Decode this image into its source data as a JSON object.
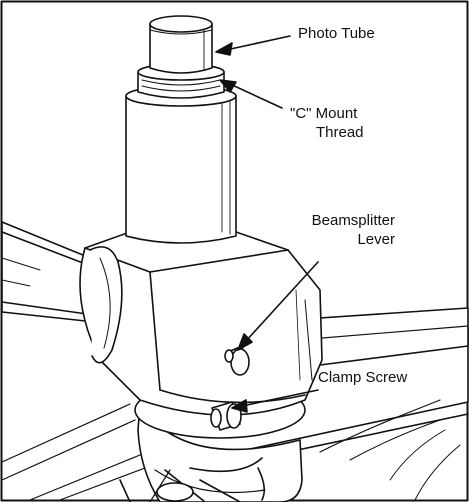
{
  "labels": {
    "photo_tube": "Photo Tube",
    "c_mount_thread": [
      "\"C\" Mount",
      "Thread"
    ],
    "beamsplitter_lever": [
      "Beamsplitter",
      "Lever"
    ],
    "clamp_screw": "Clamp Screw"
  },
  "colors": {
    "ink": "#111111",
    "paper": "#ffffff"
  }
}
